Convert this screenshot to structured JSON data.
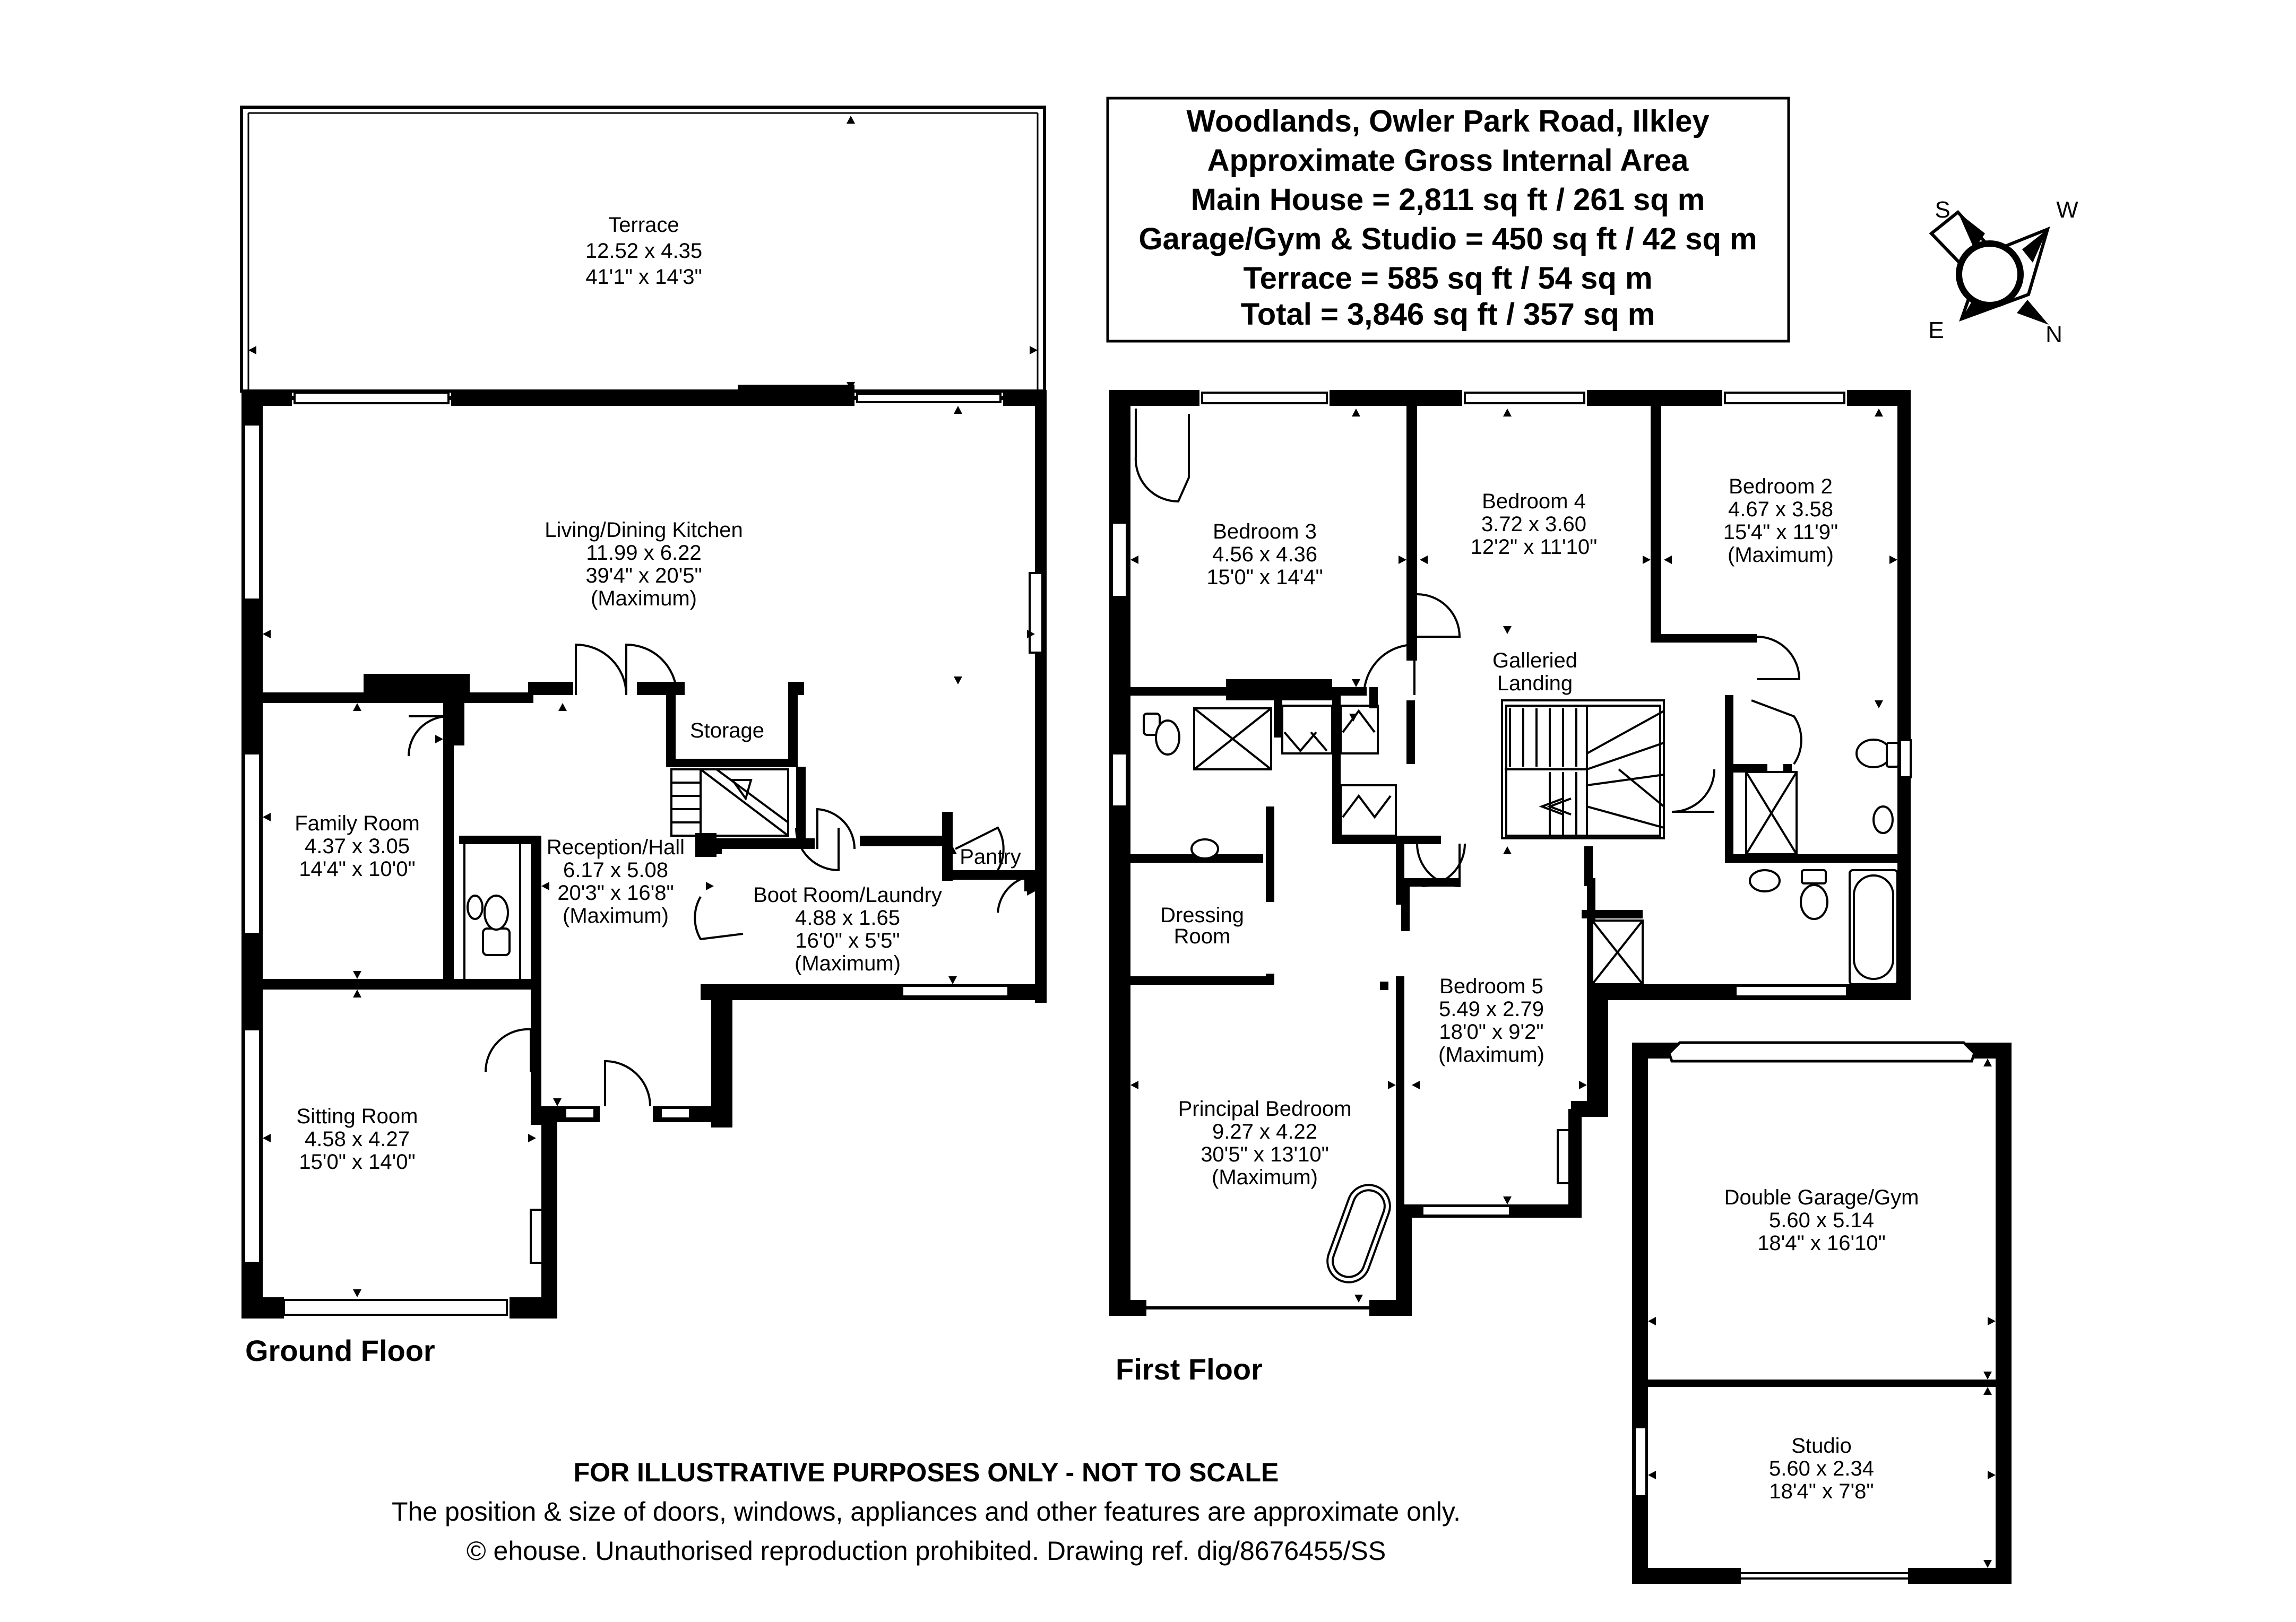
{
  "header": {
    "line1": "Woodlands, Owler Park Road, Ilkley",
    "line2": "Approximate Gross Internal Area",
    "line3": "Main House = 2,811 sq ft / 261 sq m",
    "line4": "Garage/Gym & Studio = 450 sq ft / 42 sq m",
    "line5": "Terrace = 585 sq ft / 54 sq m",
    "line6": "Total = 3,846 sq ft / 357 sq m"
  },
  "compass": {
    "s": "S",
    "w": "W",
    "e": "E",
    "n": "N"
  },
  "floors": {
    "ground": "Ground Floor",
    "first": "First Floor"
  },
  "rooms": {
    "terrace": {
      "name": "Terrace",
      "metric": "12.52 x 4.35",
      "imperial": "41'1\" x 14'3\""
    },
    "living": {
      "name": "Living/Dining Kitchen",
      "metric": "11.99 x 6.22",
      "imperial": "39'4\" x 20'5\"",
      "note": "(Maximum)"
    },
    "family": {
      "name": "Family Room",
      "metric": "4.37 x 3.05",
      "imperial": "14'4\" x 10'0\""
    },
    "storage": {
      "name": "Storage"
    },
    "reception": {
      "name": "Reception/Hall",
      "metric": "6.17 x 5.08",
      "imperial": "20'3\" x 16'8\"",
      "note": "(Maximum)"
    },
    "boot": {
      "name": "Boot Room/Laundry",
      "metric": "4.88 x 1.65",
      "imperial": "16'0\" x 5'5\"",
      "note": "(Maximum)"
    },
    "pantry": {
      "name": "Pantry"
    },
    "sitting": {
      "name": "Sitting Room",
      "metric": "4.58 x 4.27",
      "imperial": "15'0\" x 14'0\""
    },
    "bed3": {
      "name": "Bedroom 3",
      "metric": "4.56 x 4.36",
      "imperial": "15'0\" x 14'4\""
    },
    "bed4": {
      "name": "Bedroom 4",
      "metric": "3.72 x 3.60",
      "imperial": "12'2\" x 11'10\""
    },
    "bed2": {
      "name": "Bedroom 2",
      "metric": "4.67 x 3.58",
      "imperial": "15'4\" x 11'9\"",
      "note": "(Maximum)"
    },
    "landing": {
      "name1": "Galleried",
      "name2": "Landing"
    },
    "dressing": {
      "name1": "Dressing",
      "name2": "Room"
    },
    "bed5": {
      "name": "Bedroom 5",
      "metric": "5.49 x 2.79",
      "imperial": "18'0\" x 9'2\"",
      "note": "(Maximum)"
    },
    "principal": {
      "name": "Principal Bedroom",
      "metric": "9.27 x 4.22",
      "imperial": "30'5\" x 13'10\"",
      "note": "(Maximum)"
    },
    "garage": {
      "name": "Double Garage/Gym",
      "metric": "5.60 x 5.14",
      "imperial": "18'4\" x 16'10\""
    },
    "studio": {
      "name": "Studio",
      "metric": "5.60 x 2.34",
      "imperial": "18'4\" x 7'8\""
    }
  },
  "disclaimer": {
    "line1": "FOR ILLUSTRATIVE PURPOSES ONLY - NOT TO SCALE",
    "line2": "The position & size of doors, windows, appliances and other features are approximate only.",
    "line3": "© ehouse. Unauthorised reproduction prohibited. Drawing ref. dig/8676455/SS"
  }
}
